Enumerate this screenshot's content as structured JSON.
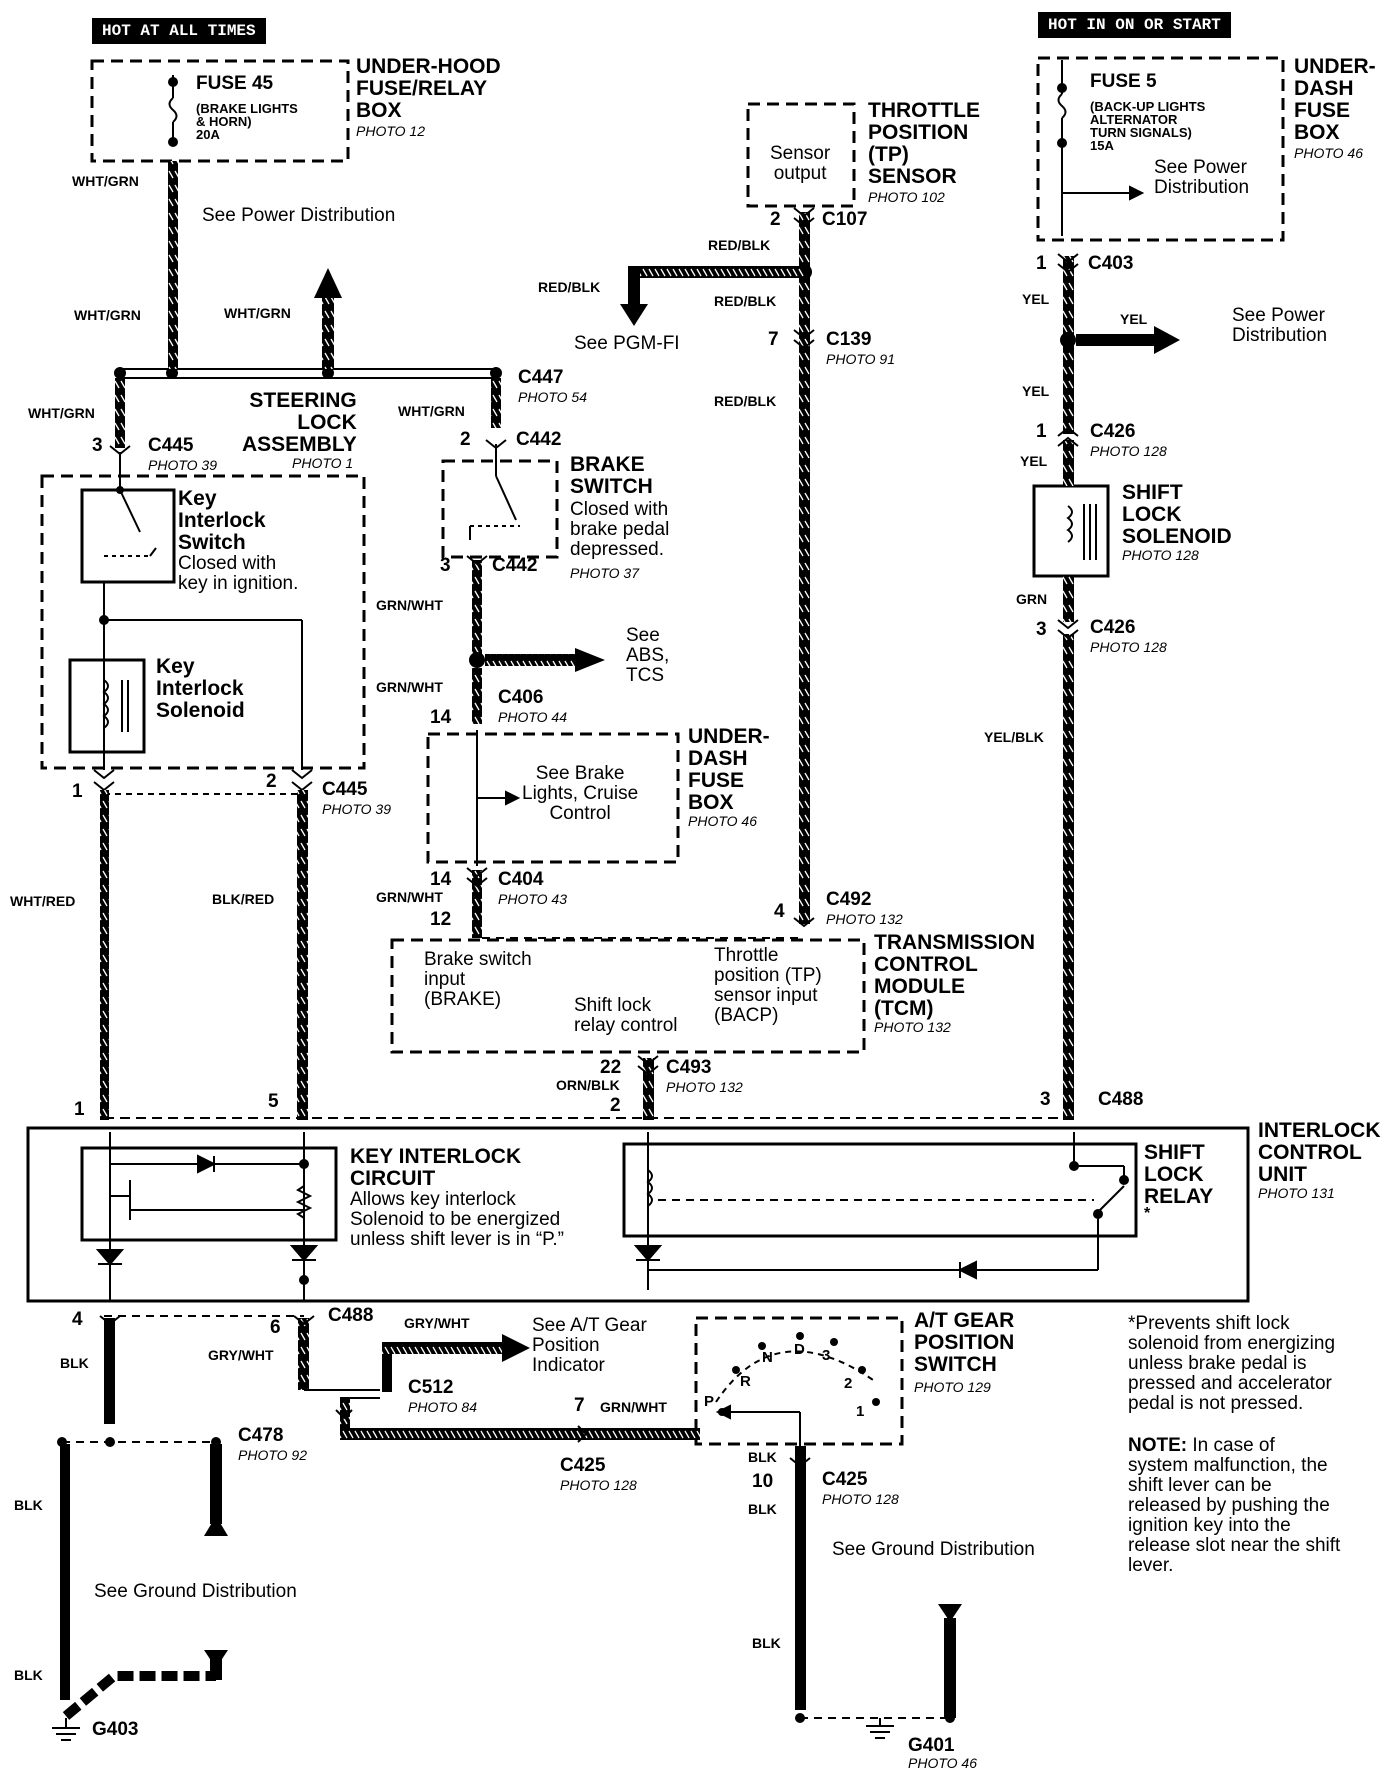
{
  "banners": {
    "hot_always": "HOT AT ALL TIMES",
    "hot_on_start": "HOT IN ON OR START"
  },
  "underhood_box": {
    "fuse": "FUSE 45",
    "fuse_desc": "(BRAKE LIGHTS\n& HORN)\n20A",
    "title": "UNDER-HOOD\nFUSE/RELAY\nBOX",
    "photo": "PHOTO 12"
  },
  "underdash_box_top": {
    "fuse": "FUSE 5",
    "fuse_desc": "(BACK-UP LIGHTS\nALTERNATOR\nTURN SIGNALS)\n15A",
    "see": "See Power\nDistribution",
    "title": "UNDER-\nDASH\nFUSE\nBOX",
    "photo": "PHOTO 46"
  },
  "tp_sensor": {
    "inner": "Sensor\noutput",
    "title": "THROTTLE\nPOSITION\n(TP)\nSENSOR",
    "photo": "PHOTO 102"
  },
  "see_power_left": "See Power Distribution",
  "see_pgmfi": "See PGM-FI",
  "see_power_right": "See Power\nDistribution",
  "steering": {
    "title": "STEERING\nLOCK\nASSEMBLY",
    "photo": "PHOTO 1"
  },
  "key_switch": {
    "title": "Key\nInterlock\nSwitch",
    "desc": "Closed with\nkey in ignition."
  },
  "key_solenoid": "Key\nInterlock\nSolenoid",
  "brake_switch": {
    "title": "BRAKE\nSWITCH",
    "desc": "Closed with\nbrake pedal\ndepressed.",
    "photo": "PHOTO 37"
  },
  "see_abs": "See\nABS,\nTCS",
  "underdash_mid": {
    "inner": "See Brake\nLights, Cruise\nControl",
    "title": "UNDER-\nDASH\nFUSE\nBOX",
    "photo": "PHOTO 46"
  },
  "shift_solenoid": {
    "title": "SHIFT\nLOCK\nSOLENOID",
    "photo": "PHOTO 128"
  },
  "tcm": {
    "brake": "Brake switch\ninput\n(BRAKE)",
    "shift": "Shift lock\nrelay control",
    "tp": "Throttle\nposition (TP)\nsensor input\n(BACP)",
    "title": "TRANSMISSION\nCONTROL\nMODULE\n(TCM)",
    "photo": "PHOTO 132"
  },
  "icu": {
    "title": "INTERLOCK\nCONTROL\nUNIT",
    "photo": "PHOTO 131",
    "kic_title": "KEY INTERLOCK\nCIRCUIT",
    "kic_desc": "Allows key interlock\nSolenoid to be energized\nunless shift lever is in “P.”",
    "relay": "SHIFT\nLOCK\nRELAY",
    "star": "*"
  },
  "see_at_gear": "See A/T Gear\nPosition\nIndicator",
  "at_switch": {
    "title": "A/T GEAR\nPOSITION\nSWITCH",
    "photo": "PHOTO 129",
    "positions": [
      "P",
      "R",
      "N",
      "D",
      "3",
      "2",
      "1"
    ]
  },
  "see_ground_left": "See Ground Distribution",
  "see_ground_right": "See Ground Distribution",
  "footnote": "*Prevents shift lock\nsolenoid from energizing\nunless brake pedal is\npressed and accelerator\npedal is not pressed.",
  "note_label": "NOTE:",
  "note": " In case of\nsystem malfunction, the\nshift lever can be\nreleased by pushing the\nignition key into the\nrelease slot near the shift\nlever.",
  "connectors": {
    "c107": "C107",
    "c139": "C139",
    "c139_p": "PHOTO 91",
    "c403": "C403",
    "c447": "C447",
    "c447_p": "PHOTO 54",
    "c445a": "C445",
    "c445a_p": "PHOTO 39",
    "c442a": "C442",
    "c442b": "C442",
    "c426a": "C426",
    "c426a_p": "PHOTO 128",
    "c426b": "C426",
    "c426b_p": "PHOTO 128",
    "c406": "C406",
    "c406_p": "PHOTO 44",
    "c445b": "C445",
    "c445b_p": "PHOTO 39",
    "c404": "C404",
    "c404_p": "PHOTO 43",
    "c492": "C492",
    "c492_p": "PHOTO 132",
    "c493": "C493",
    "c493_p": "PHOTO 132",
    "c488a": "C488",
    "c488b": "C488",
    "c512": "C512",
    "c512_p": "PHOTO 84",
    "c425a": "C425",
    "c425a_p": "PHOTO 128",
    "c425b": "C425",
    "c425b_p": "PHOTO 128",
    "c478": "C478",
    "c478_p": "PHOTO 92",
    "g403": "G403",
    "g401": "G401",
    "g401_p": "PHOTO 46"
  },
  "pins": {
    "p2_c107": "2",
    "p7_c139": "7",
    "p1_c403": "1",
    "p3_c445": "3",
    "p2_c442": "2",
    "p3_c442": "3",
    "p1_c426": "1",
    "p3_c426": "3",
    "p14_c406": "14",
    "p14b": "14",
    "p12": "12",
    "p1_c445": "1",
    "p2_c445": "2",
    "p4_c492": "4",
    "p22": "22",
    "p2_c493": "2",
    "p1_icu": "1",
    "p5_icu": "5",
    "p3_icu": "3",
    "p4_icu": "4",
    "p6_icu": "6",
    "p7_c425": "7",
    "p10_c425": "10"
  },
  "wires": {
    "wg1": "WHT/GRN",
    "wg2": "WHT/GRN",
    "wg3": "WHT/GRN",
    "wg4": "WHT/GRN",
    "wg5": "WHT/GRN",
    "rb1": "RED/BLK",
    "rb2": "RED/BLK",
    "rb3": "RED/BLK",
    "rb4": "RED/BLK",
    "yel1": "YEL",
    "yel2": "YEL",
    "yel3": "YEL",
    "yel4": "YEL",
    "grn": "GRN",
    "yelblk": "YEL/BLK",
    "gw1": "GRN/WHT",
    "gw2": "GRN/WHT",
    "gw3": "GRN/WHT",
    "gw4": "GRN/WHT",
    "whtred": "WHT/RED",
    "blkred": "BLK/RED",
    "ornblk": "ORN/BLK",
    "grywht1": "GRY/WHT",
    "grywht2": "GRY/WHT",
    "blk1": "BLK",
    "blk2": "BLK",
    "blk3": "BLK",
    "blk4": "BLK",
    "blk5": "BLK",
    "blk6": "BLK"
  }
}
